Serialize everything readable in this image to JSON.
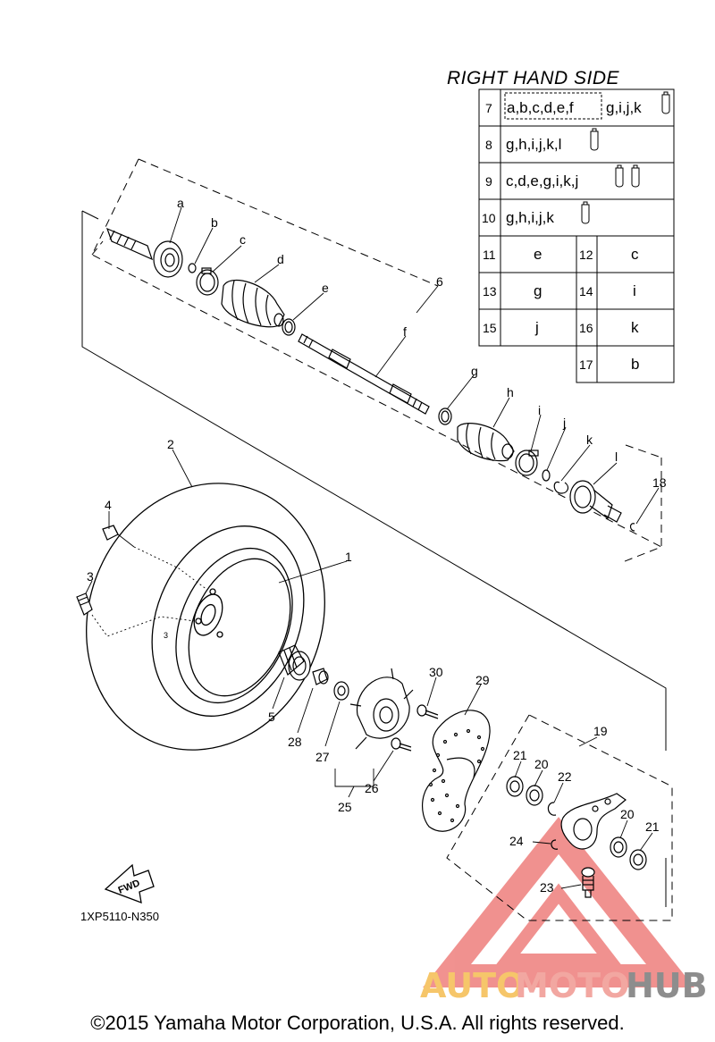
{
  "table": {
    "title": "RIGHT HAND SIDE",
    "rows": [
      {
        "num": "7",
        "dashed": "a,b,c,d,e,f",
        "rest": "g,i,j,k",
        "tubes": 1
      },
      {
        "num": "8",
        "text": "g,h,i,j,k,l",
        "tubes": 1
      },
      {
        "num": "9",
        "text": "c,d,e,g,i,k,j",
        "tubes": 2
      },
      {
        "num": "10",
        "text": "g,h,i,j,k",
        "tubes": 1
      }
    ],
    "pairs": [
      {
        "a_num": "11",
        "a_val": "e",
        "b_num": "12",
        "b_val": "c"
      },
      {
        "a_num": "13",
        "a_val": "g",
        "b_num": "14",
        "b_val": "i"
      },
      {
        "a_num": "15",
        "a_val": "j",
        "b_num": "16",
        "b_val": "k"
      },
      {
        "b_num": "17",
        "b_val": "b"
      }
    ]
  },
  "letters": [
    "a",
    "b",
    "c",
    "d",
    "e",
    "f",
    "g",
    "h",
    "i",
    "j",
    "k",
    "l"
  ],
  "numbers": [
    "1",
    "2",
    "3",
    "4",
    "5",
    "6",
    "18",
    "19",
    "20",
    "20",
    "21",
    "21",
    "22",
    "23",
    "24",
    "25",
    "26",
    "27",
    "28",
    "29",
    "30"
  ],
  "small_3": "3",
  "fwd": "FWD",
  "diagram_code": "1XP5110-N350",
  "watermark": {
    "auto": "AUTO",
    "moto": "MOTO",
    "hub": "HUB"
  },
  "copyright": "©2015 Yamaha Motor Corporation, U.S.A. All rights reserved.",
  "colors": {
    "line": "#000000",
    "watermark_red": "#e53935",
    "watermark_auto": "#f6c66a",
    "watermark_hub": "#8d8d8d"
  }
}
